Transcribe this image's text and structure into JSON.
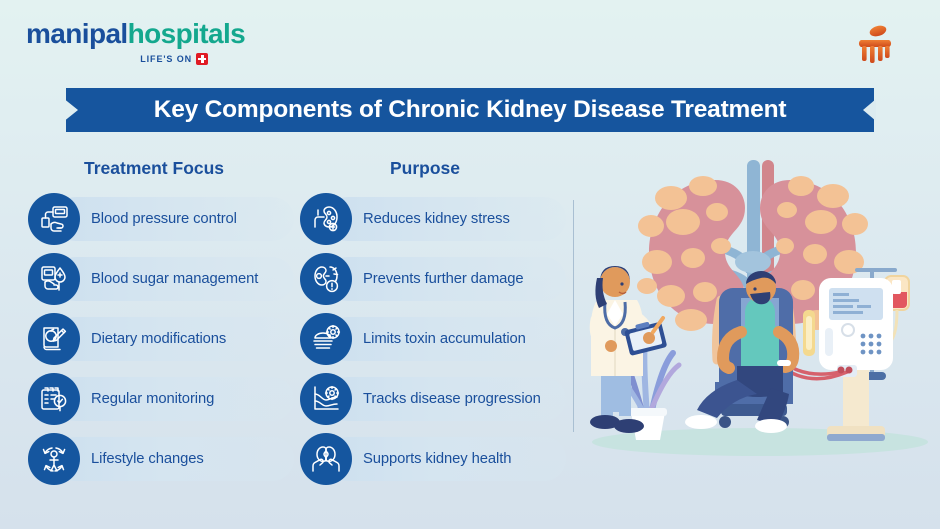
{
  "brand": {
    "logo_primary": "manipal",
    "logo_secondary": "hospitals",
    "tagline": "LIFE'S ON",
    "cross_icon": "medical-cross-icon",
    "corner_mark_icon": "orange-emblem-icon",
    "color_primary": "#1a4f9c",
    "color_secondary": "#14a88e",
    "color_cross": "#e01b24",
    "color_corner_mark": "#e2622a"
  },
  "banner": {
    "title": "Key Components of Chronic Kidney Disease Treatment",
    "background": "#16559e",
    "text_color": "#ffffff"
  },
  "columns": {
    "left_header": "Treatment Focus",
    "right_header": "Purpose"
  },
  "treatment_focus": [
    {
      "label": "Blood pressure control",
      "icon": "blood-pressure-monitor-icon"
    },
    {
      "label": "Blood sugar management",
      "icon": "glucose-meter-droplet-icon"
    },
    {
      "label": "Dietary modifications",
      "icon": "diet-plan-apple-icon"
    },
    {
      "label": "Regular monitoring",
      "icon": "checklist-magnifier-icon"
    },
    {
      "label": "Lifestyle changes",
      "icon": "person-arrows-cycle-icon"
    }
  ],
  "purpose": [
    {
      "label": "Reduces kidney stress",
      "icon": "kidney-icon"
    },
    {
      "label": "Prevents further damage",
      "icon": "kidneys-warning-icon"
    },
    {
      "label": "Limits toxin accumulation",
      "icon": "food-plate-toxin-icon"
    },
    {
      "label": "Tracks disease progression",
      "icon": "chart-trend-icon"
    },
    {
      "label": "Supports kidney health",
      "icon": "kidneys-in-hands-icon"
    }
  ],
  "illustration": {
    "name": "dialysis-treatment-scene",
    "elements": [
      "polycystic-kidneys-background",
      "doctor-with-clipboard",
      "patient-in-recliner",
      "dialysis-machine",
      "iv-pole-blood-bag",
      "potted-plant"
    ],
    "colors": {
      "kidney": "#d7919a",
      "cyst": "#f3c295",
      "vessel_blue": "#8fb5d4",
      "vessel_red": "#d98b90",
      "coat": "#fbf4e4",
      "sweater": "#64c8bd",
      "trousers": "#3c4f82",
      "chair": "#6f8fc0",
      "machine": "#ffffff",
      "blood_bag": "#e2575f",
      "floor": "#c7e3e0"
    }
  },
  "background": {
    "gradient_top": "#e3f2f1",
    "gradient_bottom": "#d5e1ec"
  }
}
